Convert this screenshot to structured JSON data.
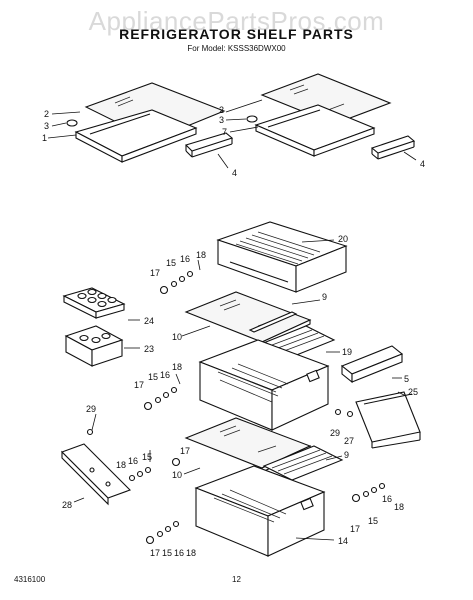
{
  "watermark": "AppliancePartsPros.com",
  "title": "REFRIGERATOR SHELF PARTS",
  "subtitle": "For Model: KSSS36DWX00",
  "doc_number": "4316100",
  "page_number": "12",
  "callouts": {
    "c2a": "2",
    "c3a": "3",
    "c1a": "1",
    "c4a": "4",
    "c2b": "2",
    "c3b": "3",
    "c7b": "7",
    "c4b": "4",
    "c20": "20",
    "c18a": "18",
    "c16a": "16",
    "c15a": "15",
    "c17a": "17",
    "c9a": "9",
    "c10a": "10",
    "c24": "24",
    "c23": "23",
    "c19": "19",
    "c18b": "18",
    "c16b": "16",
    "c15b": "15",
    "c17b": "17",
    "c5": "5",
    "c25": "25",
    "c29a": "29",
    "c27": "27",
    "c29b": "29",
    "c17c": "17",
    "c15c": "15",
    "c16c": "16",
    "c18c": "18",
    "c9b": "9",
    "c10b": "10",
    "c28": "28",
    "c16d": "16",
    "c18d": "18",
    "c15d": "15",
    "c17d": "17",
    "c14": "14",
    "c17e": "17",
    "c15e": "15",
    "c16e": "16",
    "c18e": "18"
  }
}
